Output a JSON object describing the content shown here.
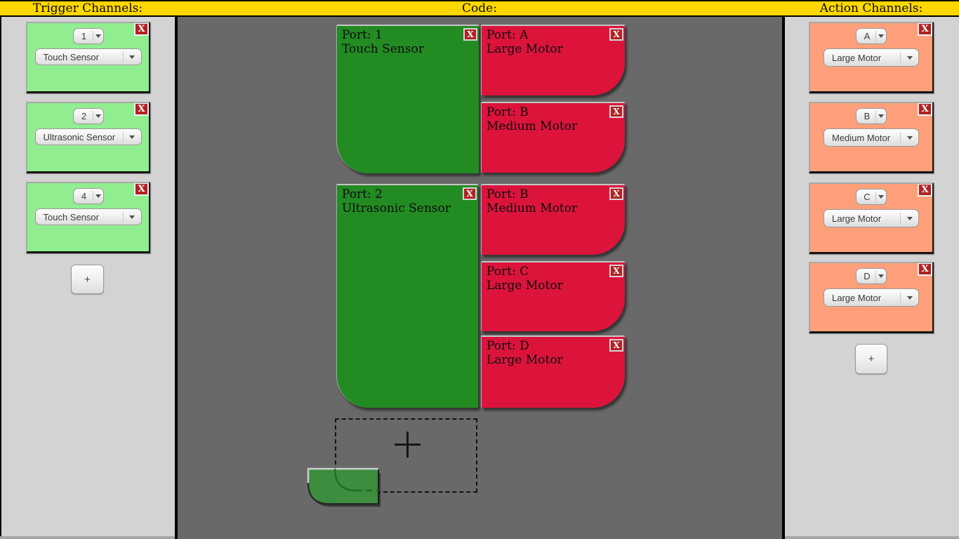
{
  "ui": {
    "close": "X",
    "add": "+"
  },
  "header": {
    "trigger": "Trigger Channels:",
    "code": "Code:",
    "action": "Action Channels:"
  },
  "trigger_channels": [
    {
      "port": "1",
      "type": "Touch Sensor"
    },
    {
      "port": "2",
      "type": "Ultrasonic Sensor"
    },
    {
      "port": "4",
      "type": "Touch Sensor"
    }
  ],
  "action_channels": [
    {
      "port": "A",
      "type": "Large Motor"
    },
    {
      "port": "B",
      "type": "Medium Motor"
    },
    {
      "port": "C",
      "type": "Large Motor"
    },
    {
      "port": "D",
      "type": "Large Motor"
    }
  ],
  "code": {
    "groups": [
      {
        "trigger": {
          "port": "Port: 1",
          "type": "Touch Sensor"
        },
        "actions": [
          {
            "port": "Port: A",
            "type": "Large Motor"
          },
          {
            "port": "Port: B",
            "type": "Medium Motor"
          }
        ]
      },
      {
        "trigger": {
          "port": "Port: 2",
          "type": "Ultrasonic Sensor"
        },
        "actions": [
          {
            "port": "Port: B",
            "type": "Medium Motor"
          },
          {
            "port": "Port: C",
            "type": "Large Motor"
          },
          {
            "port": "Port: D",
            "type": "Large Motor"
          }
        ]
      }
    ]
  },
  "colors": {
    "header_bg": "#ffd700",
    "panel_bg": "#d3d3d3",
    "canvas_bg": "#696969",
    "trigger_card": "#90ee90",
    "action_card": "#ffa07a",
    "trigger_block": "#228b22",
    "action_block": "#dc143c",
    "close_button": "#b22222"
  }
}
